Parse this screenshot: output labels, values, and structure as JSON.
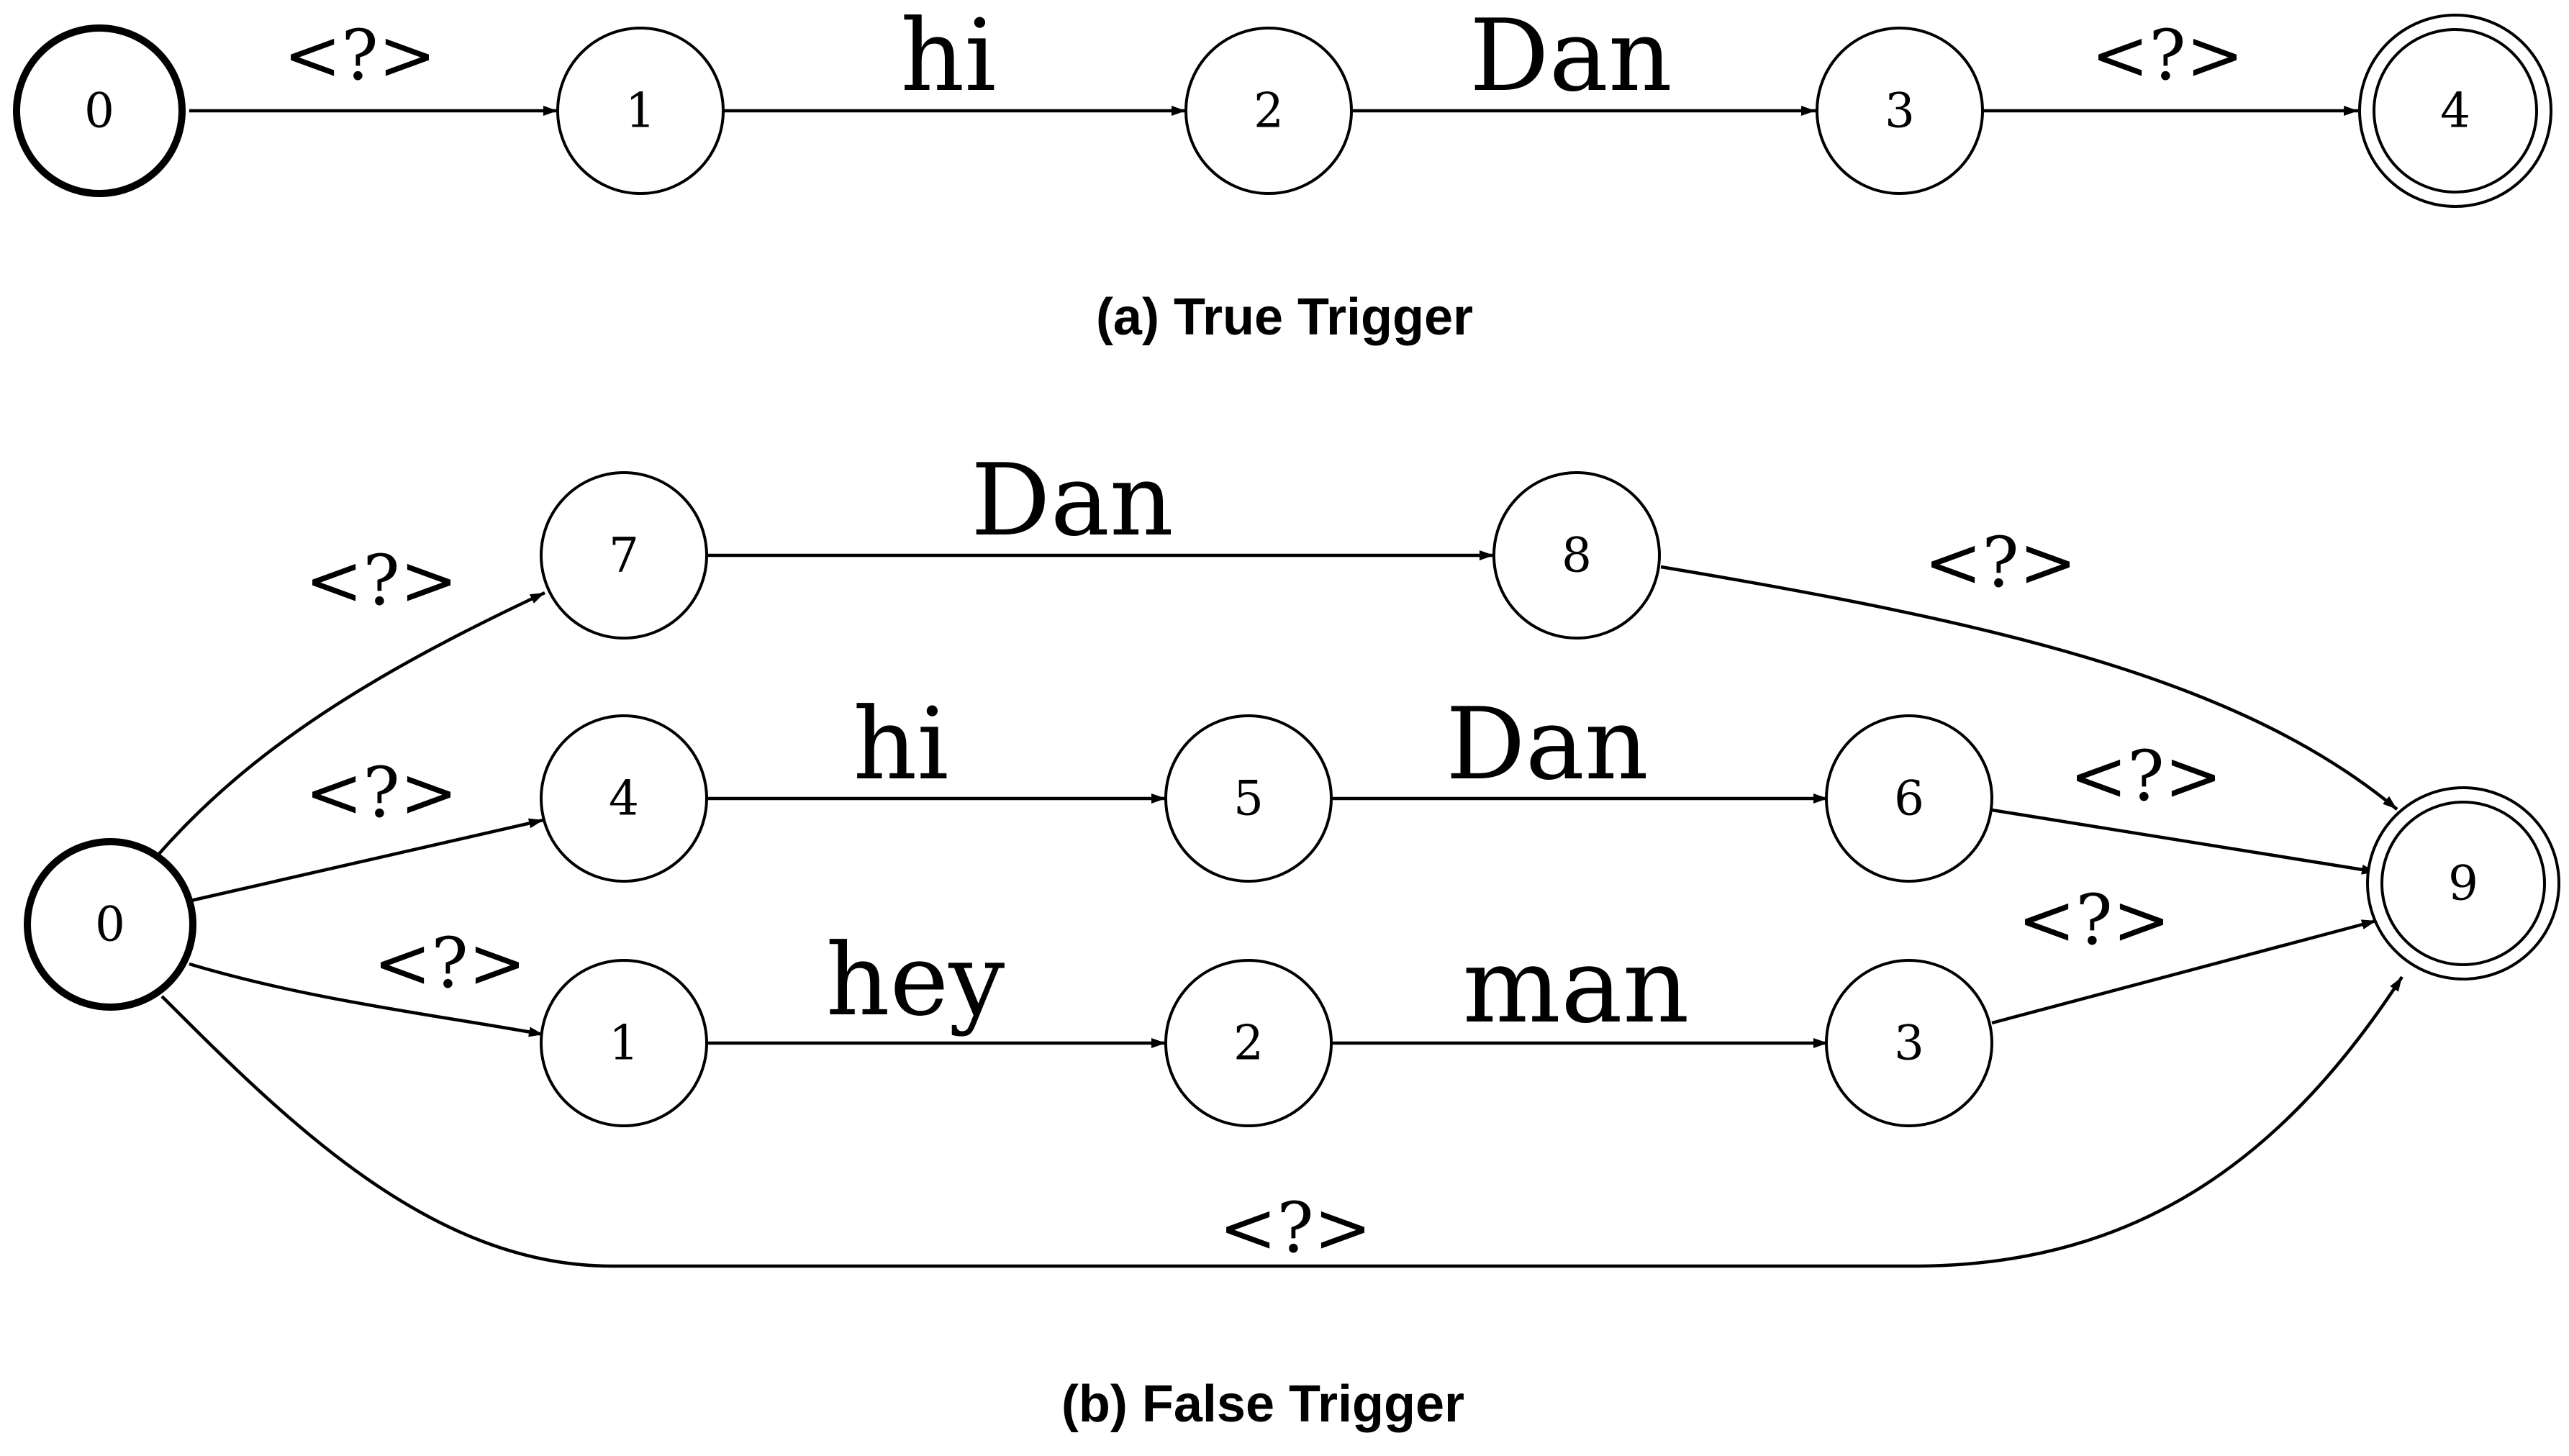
{
  "diagrams": [
    {
      "caption": "(a) True Trigger",
      "nodes": [
        {
          "label": "0",
          "role": "start"
        },
        {
          "label": "1",
          "role": "state"
        },
        {
          "label": "2",
          "role": "state"
        },
        {
          "label": "3",
          "role": "state"
        },
        {
          "label": "4",
          "role": "accept"
        }
      ],
      "edges": [
        {
          "from": "0",
          "to": "1",
          "label": "<?>"
        },
        {
          "from": "1",
          "to": "2",
          "label": "hi"
        },
        {
          "from": "2",
          "to": "3",
          "label": "Dan"
        },
        {
          "from": "3",
          "to": "4",
          "label": "<?>"
        }
      ]
    },
    {
      "caption": "(b) False Trigger",
      "nodes": [
        {
          "label": "0",
          "role": "start"
        },
        {
          "label": "7",
          "role": "state"
        },
        {
          "label": "8",
          "role": "state"
        },
        {
          "label": "4",
          "role": "state"
        },
        {
          "label": "5",
          "role": "state"
        },
        {
          "label": "6",
          "role": "state"
        },
        {
          "label": "1",
          "role": "state"
        },
        {
          "label": "2",
          "role": "state"
        },
        {
          "label": "3",
          "role": "state"
        },
        {
          "label": "9",
          "role": "accept"
        }
      ],
      "edges": [
        {
          "from": "0",
          "to": "7",
          "label": "<?>"
        },
        {
          "from": "7",
          "to": "8",
          "label": "Dan"
        },
        {
          "from": "8",
          "to": "9",
          "label": "<?>"
        },
        {
          "from": "0",
          "to": "4",
          "label": "<?>"
        },
        {
          "from": "4",
          "to": "5",
          "label": "hi"
        },
        {
          "from": "5",
          "to": "6",
          "label": "Dan"
        },
        {
          "from": "6",
          "to": "9",
          "label": "<?>"
        },
        {
          "from": "0",
          "to": "1",
          "label": "<?>"
        },
        {
          "from": "1",
          "to": "2",
          "label": "hey"
        },
        {
          "from": "2",
          "to": "3",
          "label": "man"
        },
        {
          "from": "3",
          "to": "9",
          "label": "<?>"
        },
        {
          "from": "0",
          "to": "9",
          "label": "<?>"
        }
      ]
    }
  ]
}
